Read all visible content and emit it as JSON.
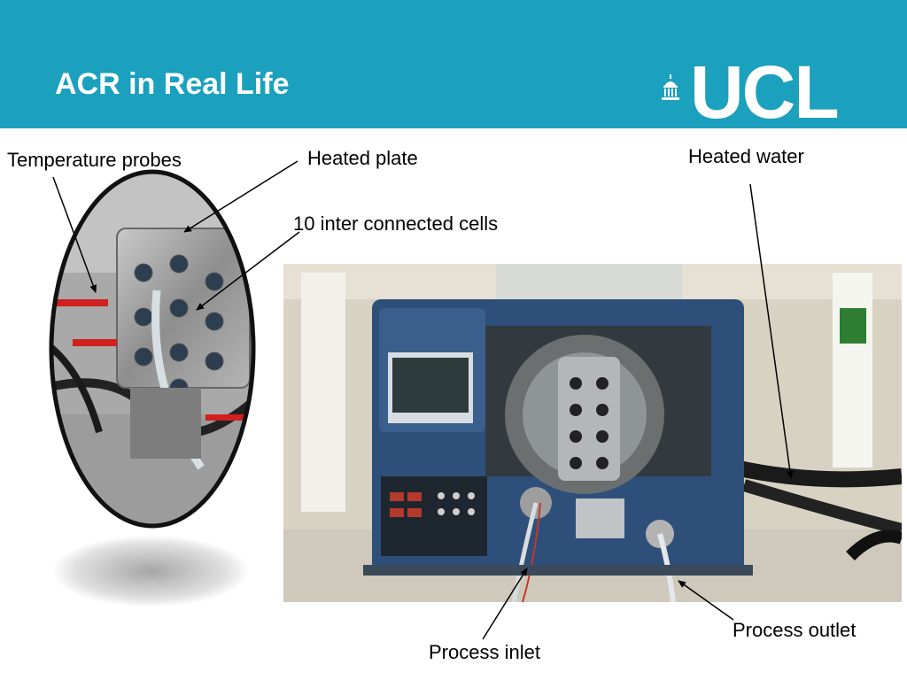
{
  "slide": {
    "title": "ACR in Real Life",
    "logo_text": "UCL",
    "header_color": "#1ba0bd"
  },
  "labels": {
    "temperature_probes": "Temperature probes",
    "heated_plate": "Heated plate",
    "cells": "10 inter connected cells",
    "heated_water": "Heated water",
    "process_inlet": "Process inlet",
    "process_outlet": "Process outlet"
  }
}
